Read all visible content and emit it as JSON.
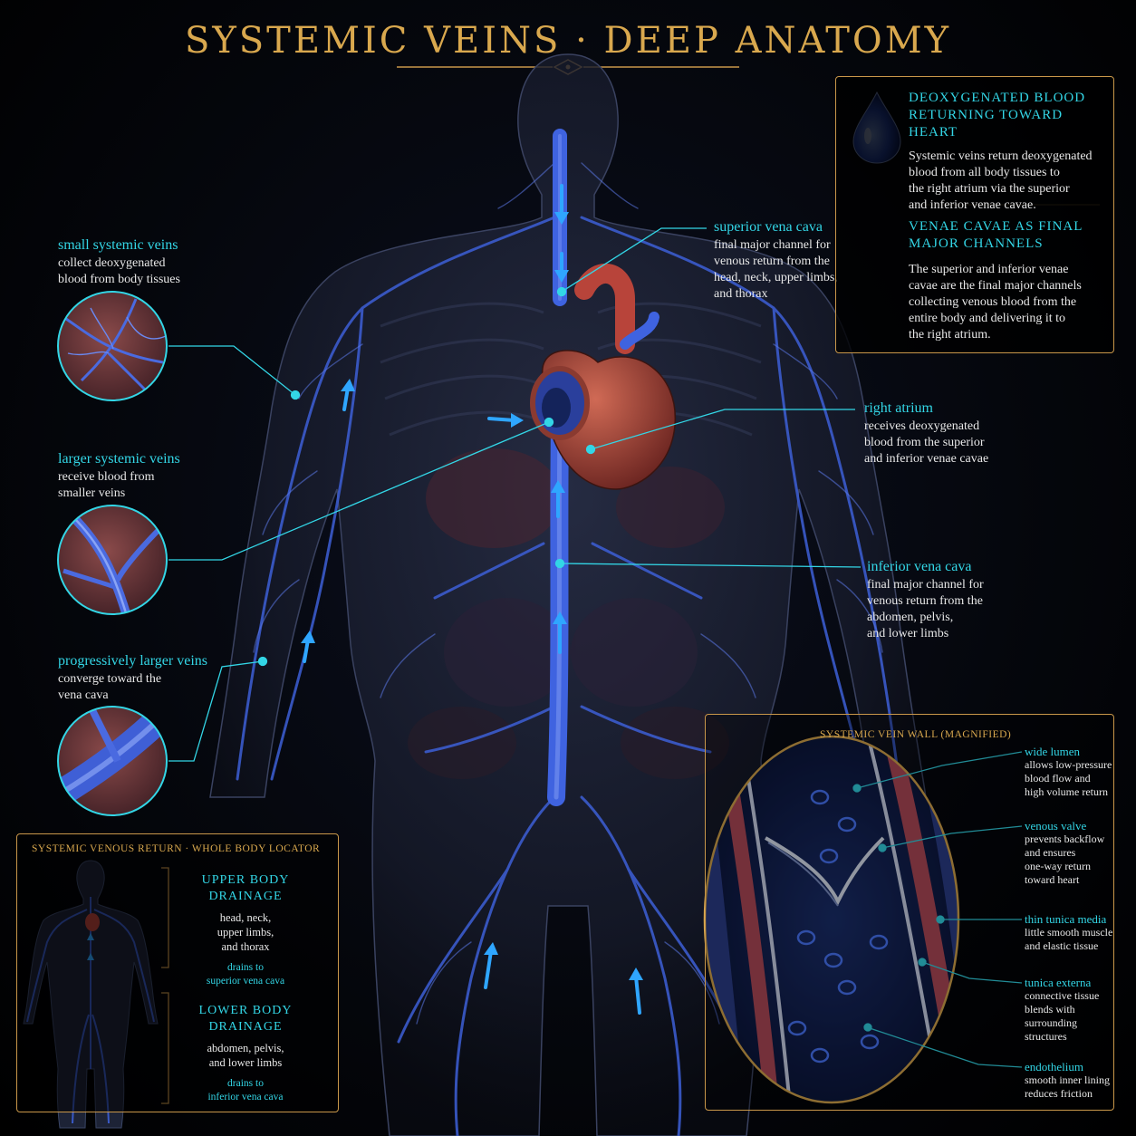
{
  "title": "SYSTEMIC VEINS · DEEP ANATOMY",
  "colors": {
    "accent": "#33d6e6",
    "gold": "#d9a84e",
    "vein": "#3d5fd6",
    "artery": "#b8443a",
    "background": "#000000"
  },
  "icons": {
    "drop": "blood-drop-icon"
  },
  "left_labels": [
    {
      "heading": "small systemic veins",
      "body": "collect deoxygenated\nblood from body tissues"
    },
    {
      "heading": "larger systemic veins",
      "body": "receive blood from\nsmaller veins"
    },
    {
      "heading": "progressively larger veins",
      "body": "converge toward the\nvena cava"
    }
  ],
  "right_labels": [
    {
      "heading": "superior vena cava",
      "body": "final major channel for\nvenous return from the\nhead, neck, upper limbs,\nand thorax"
    },
    {
      "heading": "right atrium",
      "body": "receives deoxygenated\nblood from the superior\nand inferior venae cavae"
    },
    {
      "heading": "inferior vena cava",
      "body": "final major channel for\nvenous return from the\nabdomen, pelvis,\nand lower limbs"
    }
  ],
  "info_panel": {
    "sections": [
      {
        "heading": "DEOXYGENATED BLOOD\nRETURNING TOWARD HEART",
        "body": "Systemic veins return deoxygenated\nblood from all body tissues to\nthe right atrium via the superior\nand inferior venae cavae."
      },
      {
        "heading": "VENAE CAVAE AS FINAL\nMAJOR CHANNELS",
        "body": "The superior and inferior venae\ncavae are the final major channels\ncollecting venous blood from the\nentire body and delivering it to\nthe right atrium."
      }
    ]
  },
  "locator": {
    "caption": "SYSTEMIC VENOUS RETURN · WHOLE BODY LOCATOR",
    "upper": {
      "title": "UPPER BODY\nDRAINAGE",
      "body": "head, neck,\nupper limbs,\nand thorax",
      "drains": "drains to\nsuperior vena cava"
    },
    "lower": {
      "title": "LOWER BODY\nDRAINAGE",
      "body": "abdomen, pelvis,\nand lower limbs",
      "drains": "drains to\ninferior vena cava"
    }
  },
  "wall": {
    "caption": "SYSTEMIC VEIN WALL (MAGNIFIED)",
    "labels": [
      {
        "heading": "wide lumen",
        "body": "allows low-pressure\nblood flow and\nhigh volume return"
      },
      {
        "heading": "venous valve",
        "body": "prevents backflow\nand ensures\none-way return\ntoward heart"
      },
      {
        "heading": "thin tunica media",
        "body": "little smooth muscle\nand elastic tissue"
      },
      {
        "heading": "tunica externa",
        "body": "connective tissue\nblends with\nsurrounding\nstructures"
      },
      {
        "heading": "endothelium",
        "body": "smooth inner lining\nreduces friction"
      }
    ]
  }
}
